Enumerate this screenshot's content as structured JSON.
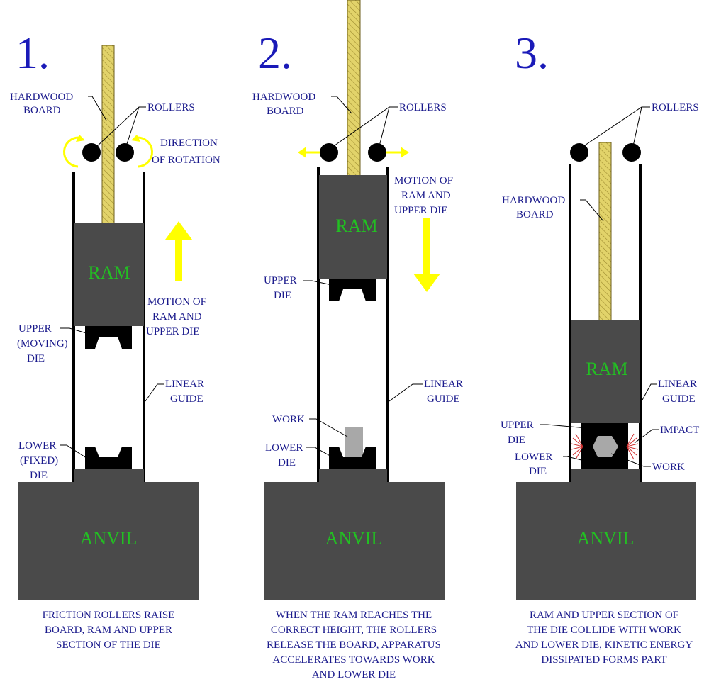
{
  "colors": {
    "block": "#4a4a4a",
    "label": "#1a1a8c",
    "number": "#1a1ab8",
    "block_text": "#22c022",
    "arrow": "#ffff00",
    "wood": "#e2d36a",
    "work": "#a8a8a8",
    "impact": "#d03030"
  },
  "panel1": {
    "number": "1.",
    "hardwood_1": "HARDWOOD",
    "hardwood_2": "BOARD",
    "rollers": "ROLLERS",
    "direction_1": "DIRECTION",
    "direction_2": "OF ROTATION",
    "ram": "RAM",
    "motion_1": "MOTION OF",
    "motion_2": "RAM AND",
    "motion_3": "UPPER DIE",
    "upper_1": "UPPER",
    "upper_2": "(MOVING)",
    "upper_3": "DIE",
    "guide_1": "LINEAR",
    "guide_2": "GUIDE",
    "lower_1": "LOWER",
    "lower_2": "(FIXED)",
    "lower_3": "DIE",
    "anvil": "ANVIL",
    "caption_1": "FRICTION ROLLERS RAISE",
    "caption_2": "BOARD, RAM AND UPPER",
    "caption_3": "SECTION OF THE DIE"
  },
  "panel2": {
    "number": "2.",
    "hardwood_1": "HARDWOOD",
    "hardwood_2": "BOARD",
    "rollers": "ROLLERS",
    "motion_1": "MOTION OF",
    "motion_2": "RAM AND",
    "motion_3": "UPPER DIE",
    "ram": "RAM",
    "upper_1": "UPPER",
    "upper_2": "DIE",
    "guide_1": "LINEAR",
    "guide_2": "GUIDE",
    "work": "WORK",
    "lower_1": "LOWER",
    "lower_2": "DIE",
    "anvil": "ANVIL",
    "caption_1": "WHEN THE RAM REACHES THE",
    "caption_2": "CORRECT HEIGHT, THE ROLLERS",
    "caption_3": "RELEASE THE BOARD, APPARATUS",
    "caption_4": "ACCELERATES TOWARDS WORK",
    "caption_5": "AND LOWER DIE"
  },
  "panel3": {
    "number": "3.",
    "rollers": "ROLLERS",
    "hardwood_1": "HARDWOOD",
    "hardwood_2": "BOARD",
    "ram": "RAM",
    "guide_1": "LINEAR",
    "guide_2": "GUIDE",
    "upper_1": "UPPER",
    "upper_2": "DIE",
    "impact": "IMPACT",
    "lower_1": "LOWER",
    "lower_2": "DIE",
    "work": "WORK",
    "anvil": "ANVIL",
    "caption_1": "RAM AND UPPER SECTION OF",
    "caption_2": "THE DIE COLLIDE WITH WORK",
    "caption_3": "AND LOWER DIE, KINETIC ENERGY",
    "caption_4": "DISSIPATED FORMS PART"
  }
}
